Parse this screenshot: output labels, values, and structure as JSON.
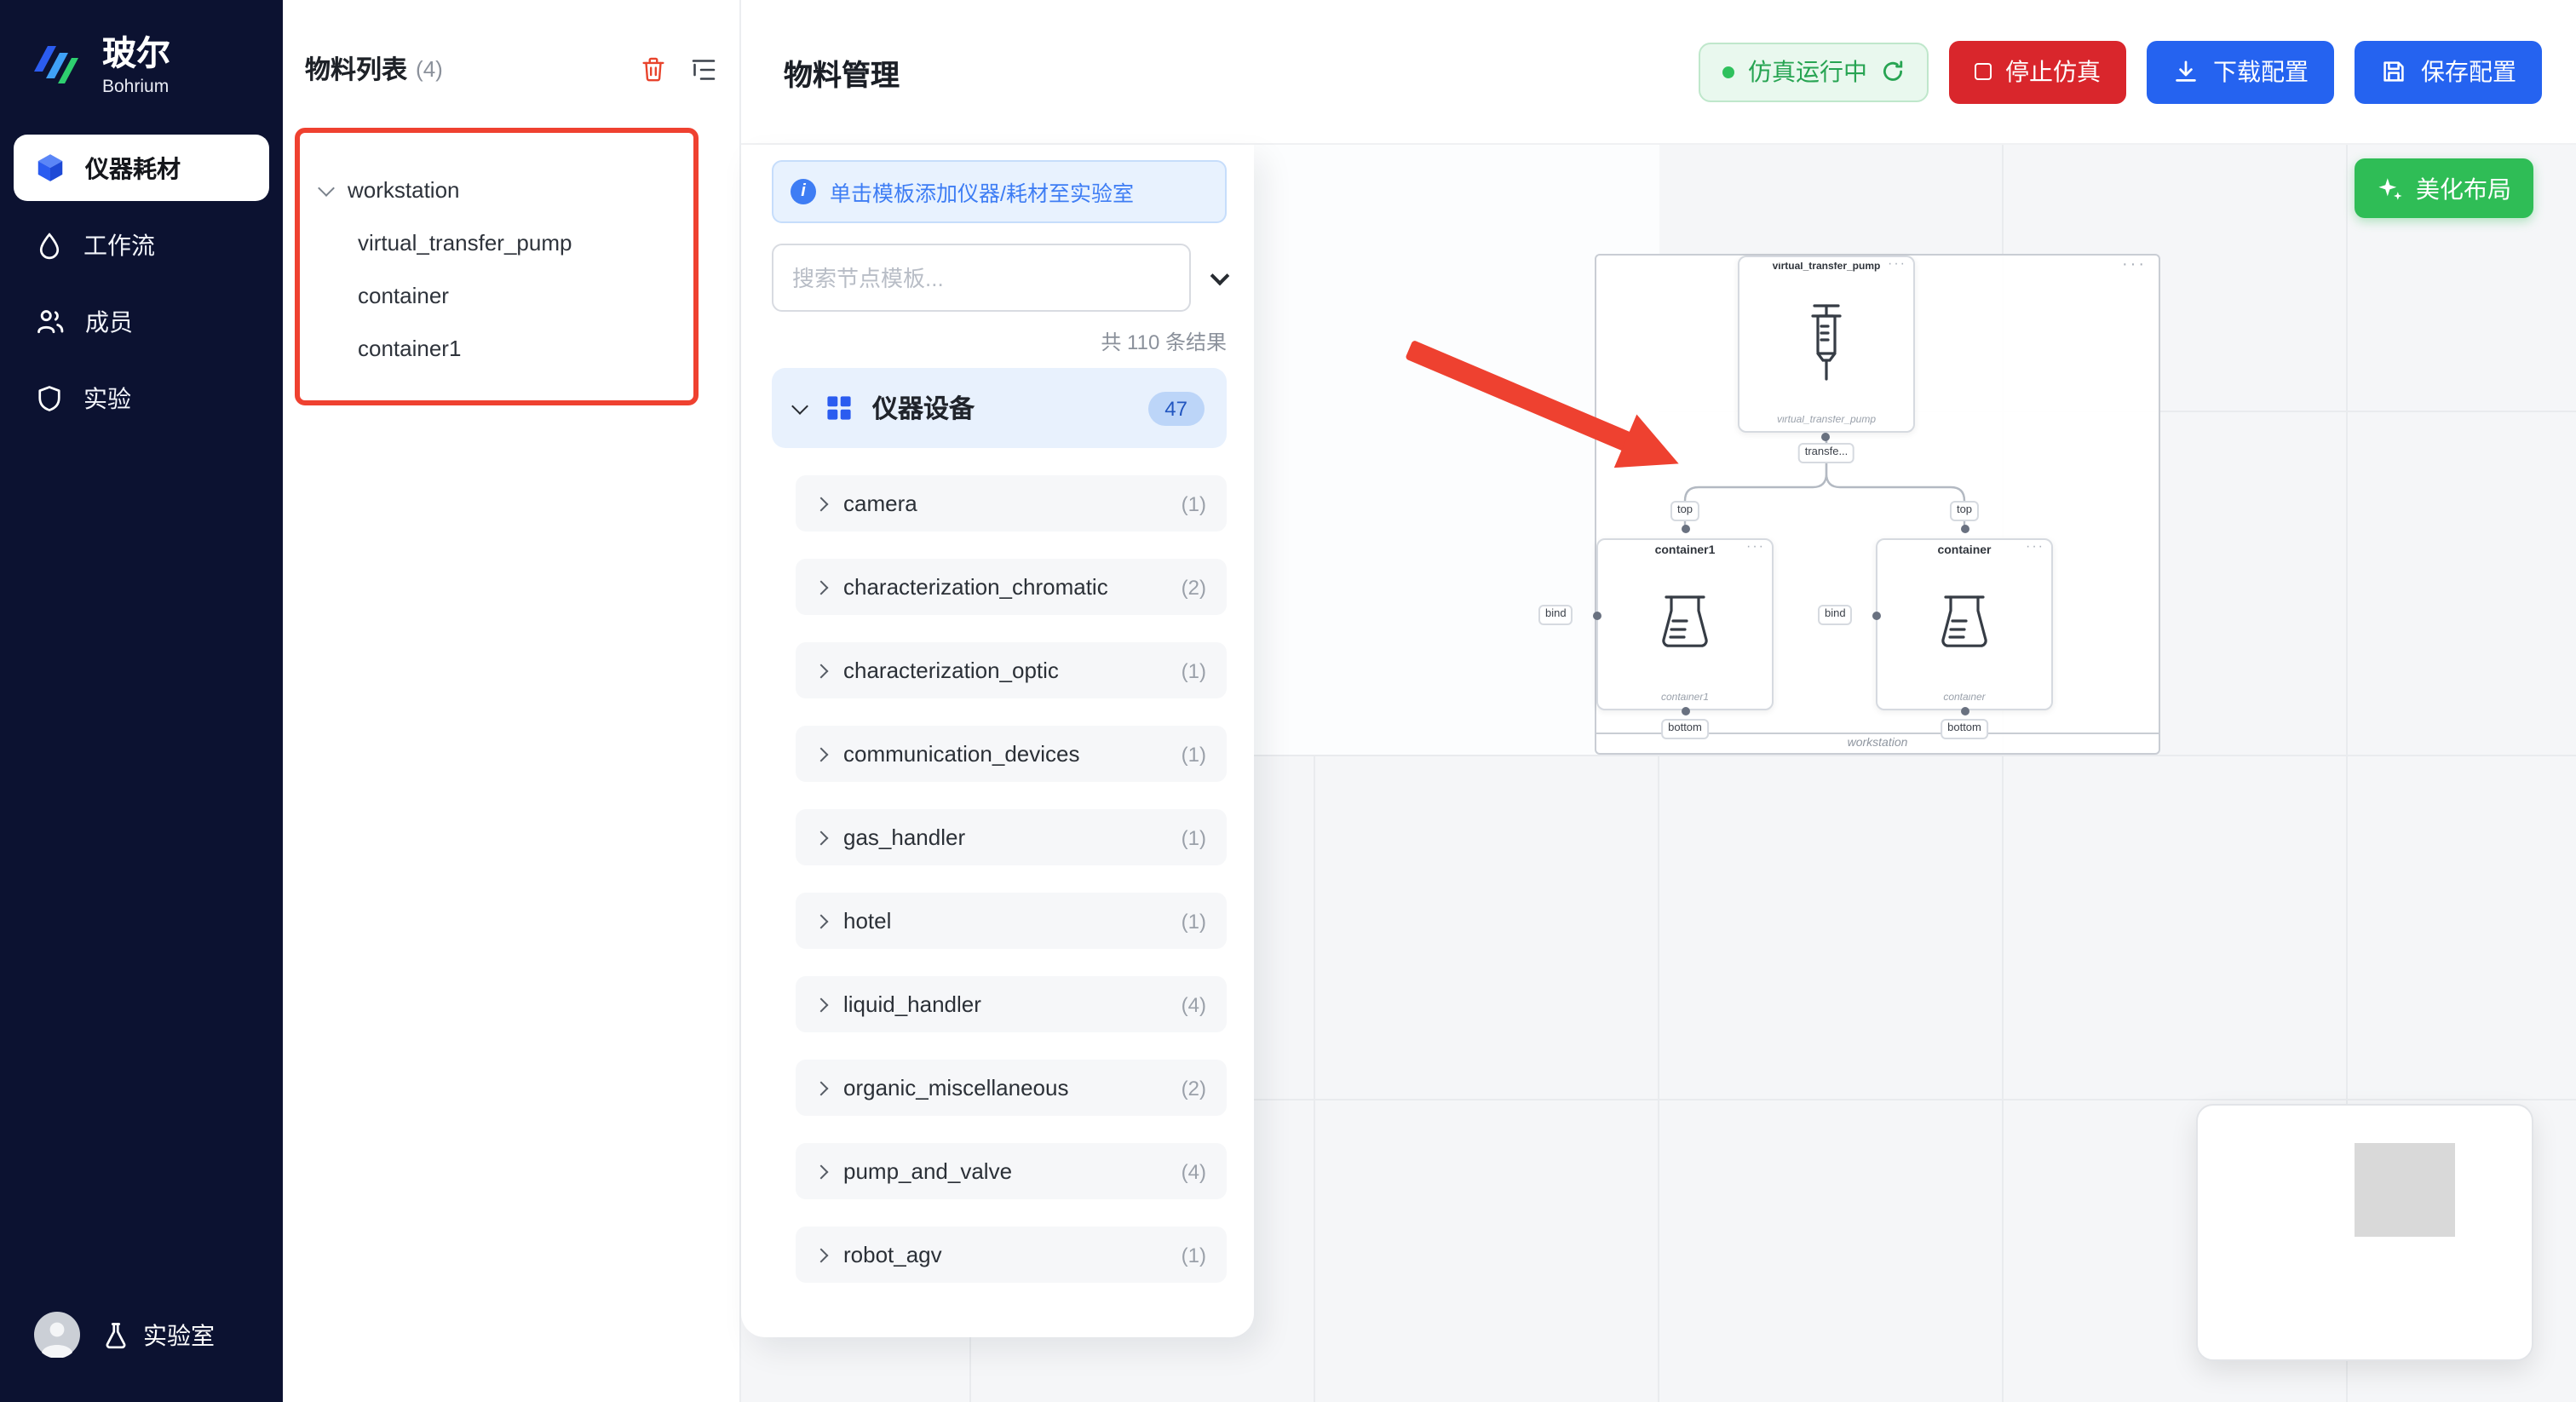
{
  "brand": {
    "name_cn": "玻尔",
    "name_en": "Bohrium"
  },
  "sidebar": {
    "items": [
      {
        "label": "仪器耗材"
      },
      {
        "label": "工作流"
      },
      {
        "label": "成员"
      },
      {
        "label": "实验"
      }
    ],
    "footer_label": "实验室"
  },
  "materials_panel": {
    "title": "物料列表",
    "count": "(4)",
    "tree": {
      "root": "workstation",
      "children": [
        "virtual_transfer_pump",
        "container",
        "container1"
      ]
    }
  },
  "header": {
    "title": "物料管理",
    "status_label": "仿真运行中",
    "stop_label": "停止仿真",
    "download_label": "下载配置",
    "save_label": "保存配置"
  },
  "template_panel": {
    "banner": "单击模板添加仪器/耗材至实验室",
    "search_placeholder": "搜索节点模板...",
    "results_text": "共 110 条结果",
    "group_label": "仪器设备",
    "group_count": "47",
    "categories": [
      {
        "name": "camera",
        "count": "(1)"
      },
      {
        "name": "characterization_chromatic",
        "count": "(2)"
      },
      {
        "name": "characterization_optic",
        "count": "(1)"
      },
      {
        "name": "communication_devices",
        "count": "(1)"
      },
      {
        "name": "gas_handler",
        "count": "(1)"
      },
      {
        "name": "hotel",
        "count": "(1)"
      },
      {
        "name": "liquid_handler",
        "count": "(4)"
      },
      {
        "name": "organic_miscellaneous",
        "count": "(2)"
      },
      {
        "name": "pump_and_valve",
        "count": "(4)"
      },
      {
        "name": "robot_agv",
        "count": "(1)"
      }
    ]
  },
  "canvas": {
    "beautify_label": "美化布局",
    "ellipsis": "···",
    "workstation": {
      "label": "workstation",
      "ports": {
        "top": "top",
        "bind": "bind",
        "bottom": "bottom"
      },
      "pump": {
        "title": "virtual_transfer_pump",
        "subtitle": "virtual_transfer_pump",
        "port_label": "transfe..."
      },
      "container1": {
        "title": "container1",
        "subtitle": "container1"
      },
      "container": {
        "title": "container",
        "subtitle": "container"
      }
    }
  },
  "colors": {
    "accent_blue": "#2563f0",
    "danger_red": "#d9262c",
    "success_green": "#2fbd56",
    "annotation_red": "#ef4130",
    "sidebar_bg": "#0c1231"
  }
}
